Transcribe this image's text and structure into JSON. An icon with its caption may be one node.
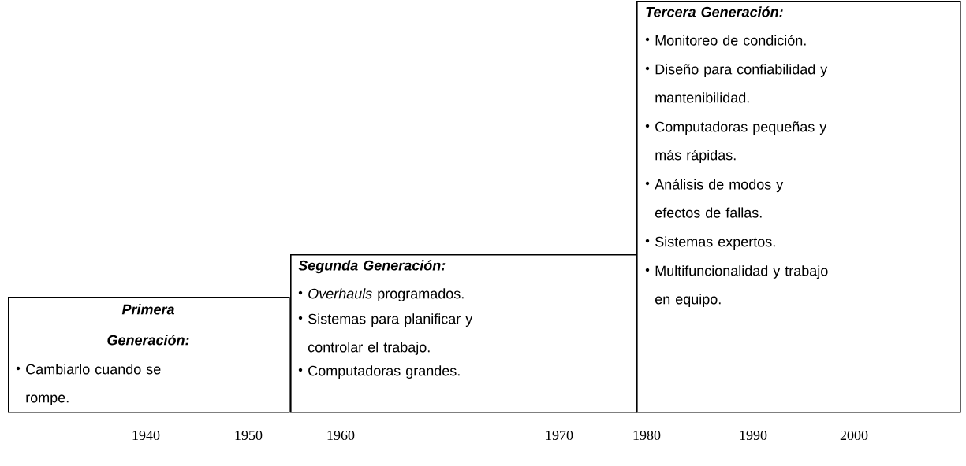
{
  "diagram": {
    "nodes": [
      {
        "text": [
          "Primera Generación:",
          "Cambiarlo cuando se rompe."
        ]
      },
      {
        "text": [
          "Segunda Generación:",
          "*Overhauls* programados.",
          "Sistemas para planificar y controlar el trabajo.",
          "Computadoras grandes."
        ]
      },
      {
        "text": [
          "Tercera Generación:",
          "Monitoreo de condición.",
          "Diseño para confiabilidad y mantenibilidad.",
          "Computadoras pequeñas y más rápidas.",
          "Análisis de modos y efectos de fallas.",
          "Sistemas expertos.",
          "Multifuncionalidad y trabajo en equipo."
        ]
      }
    ],
    "labels": [
      "1940",
      "1950",
      "1960",
      "1970",
      "1980",
      "1990",
      "2000"
    ]
  }
}
